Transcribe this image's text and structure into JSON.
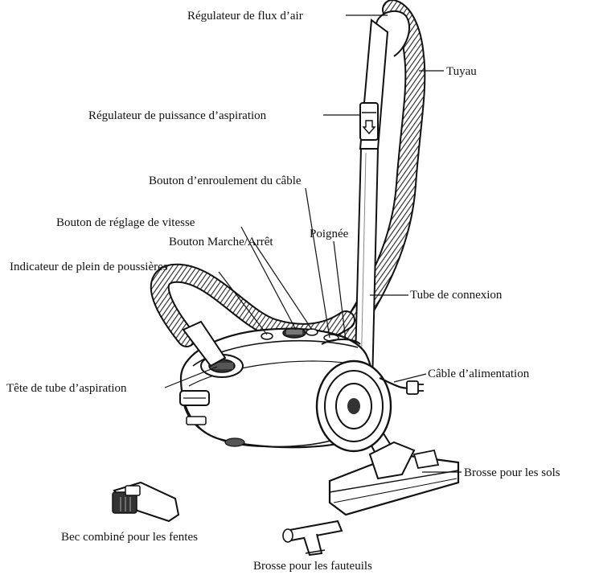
{
  "colors": {
    "line": "#111111",
    "body_fill": "#ffffff",
    "hose_ribs": "#222222"
  },
  "labels": {
    "flux_air": "Régulateur de flux d’air",
    "tuyau": "Tuyau",
    "puissance": "Régulateur de puissance d’aspiration",
    "enroulement": "Bouton d’enroulement du câble",
    "vitesse": "Bouton de réglage de vitesse",
    "marche_arret": "Bouton Marche/Arrêt",
    "poignee": "Poignée",
    "indicateur": "Indicateur de plein de poussières",
    "tube_connexion": "Tube de connexion",
    "cable_alim": "Câble d’alimentation",
    "tete_tube": "Tête de tube d’aspiration",
    "brosse_sols": "Brosse pour les sols",
    "bec_combine": "Bec combiné pour les fentes",
    "brosse_fauteuils": "Brosse pour les fauteuils"
  }
}
